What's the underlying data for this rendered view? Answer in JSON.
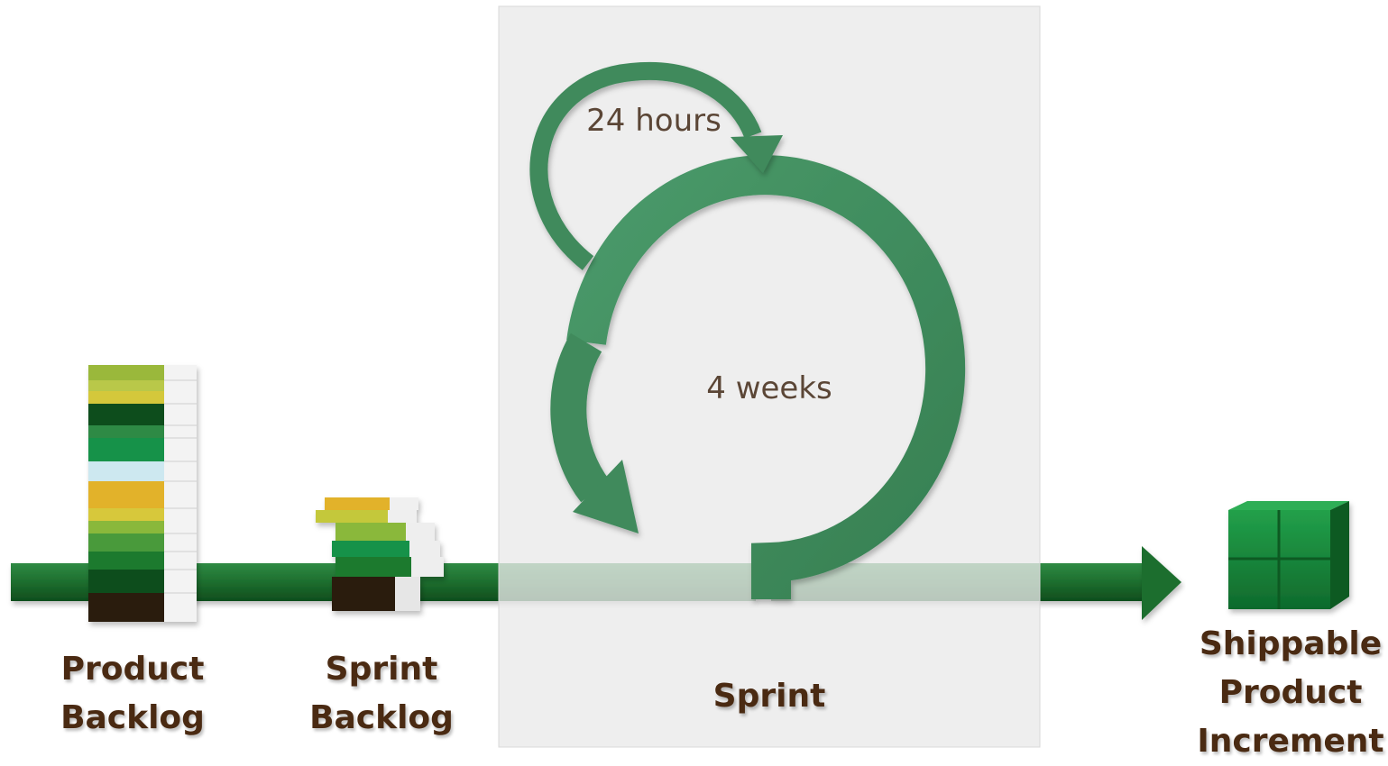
{
  "labels": {
    "product_backlog": [
      "Product",
      "Backlog"
    ],
    "sprint_backlog": [
      "Sprint",
      "Backlog"
    ],
    "sprint": "Sprint",
    "increment": [
      "Shippable",
      "Product",
      "Increment"
    ],
    "daily_cycle": "24 hours",
    "sprint_cycle": "4 weeks"
  },
  "colors": {
    "arrow_green": "#3f8a5c",
    "track_green": "#1d6e2e",
    "track_green_dark": "#0f4d1d",
    "sprint_panel": "#ececec",
    "label_brown": "#4a2a12",
    "cycle_text": "#5b4636"
  },
  "icons": {
    "product_backlog": "book-stack-icon",
    "sprint_backlog": "small-book-stack-icon",
    "increment": "green-cube-icon"
  }
}
